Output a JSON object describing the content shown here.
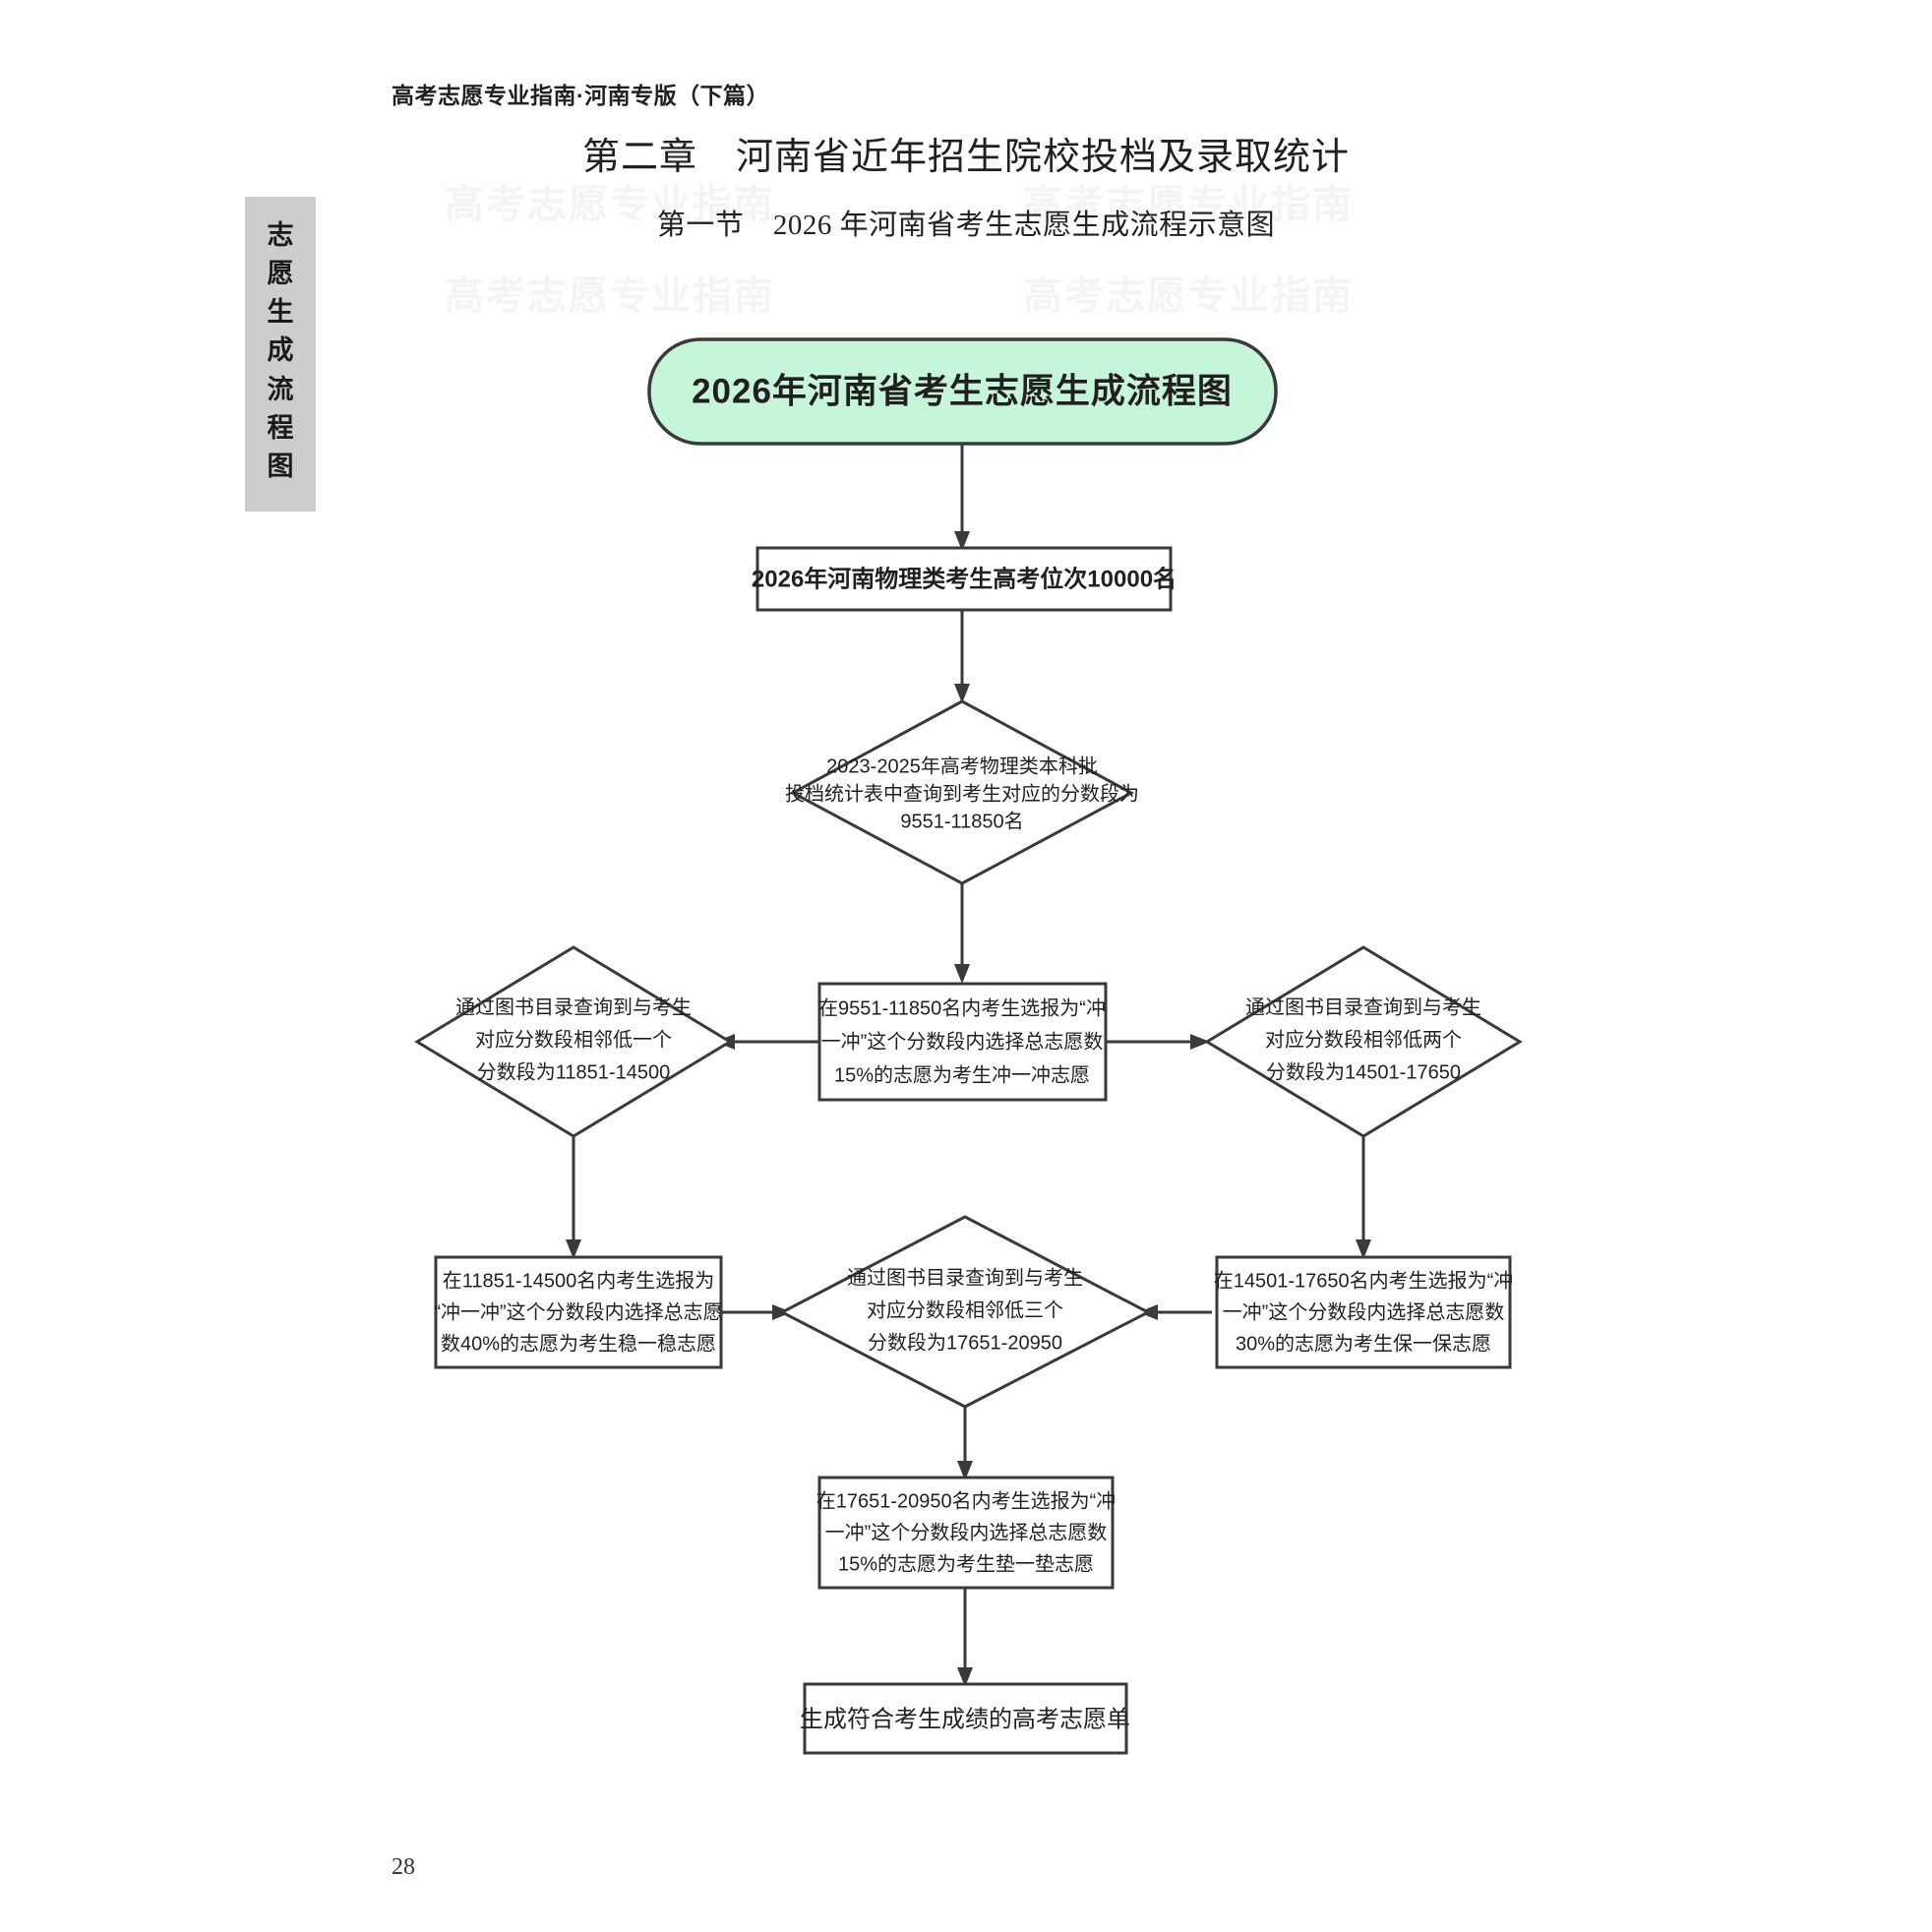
{
  "page": {
    "running_head": "高考志愿专业指南·河南专版（下篇）",
    "chapter_title": "第二章　河南省近年招生院校投档及录取统计",
    "section_title": "第一节　2026 年河南省考生志愿生成流程示意图",
    "page_number": "28",
    "side_tab_chars": [
      "志",
      "愿",
      "生",
      "成",
      "流",
      "程",
      "图"
    ],
    "watermark_text": "高考志愿专业指南"
  },
  "colors": {
    "title_pill_fill": "#c6f6d9",
    "node_stroke": "#3a3a3a",
    "node_fill": "#ffffff",
    "side_tab_fill": "#cdcdcd",
    "text": "#231f20"
  },
  "chart_data": {
    "type": "flowchart",
    "title": "2026年河南省考生志愿生成流程图",
    "direction": "top-down",
    "nodes": [
      {
        "id": "title",
        "shape": "rounded-pill",
        "lines": [
          "2026年河南省考生志愿生成流程图"
        ]
      },
      {
        "id": "rank",
        "shape": "rect",
        "lines": [
          "2026年河南物理类考生高考位次10000名"
        ]
      },
      {
        "id": "lookup-base",
        "shape": "diamond",
        "lines": [
          "2023-2025年高考物理类本科批",
          "投档统计表中查询到考生对应的分数段为",
          "9551-11850名"
        ]
      },
      {
        "id": "chong",
        "shape": "rect",
        "lines": [
          "在9551-11850名内考生选报为“冲",
          "一冲”这个分数段内选择总志愿数",
          "15%的志愿为考生冲一冲志愿"
        ]
      },
      {
        "id": "lookup-low1",
        "shape": "diamond",
        "lines": [
          "通过图书目录查询到与考生",
          "对应分数段相邻低一个",
          "分数段为11851-14500"
        ]
      },
      {
        "id": "lookup-low2",
        "shape": "diamond",
        "lines": [
          "通过图书目录查询到与考生",
          "对应分数段相邻低两个",
          "分数段为14501-17650"
        ]
      },
      {
        "id": "wen",
        "shape": "rect",
        "lines": [
          "在11851-14500名内考生选报为",
          "“冲一冲”这个分数段内选择总志愿",
          "数40%的志愿为考生稳一稳志愿"
        ]
      },
      {
        "id": "lookup-low3",
        "shape": "diamond",
        "lines": [
          "通过图书目录查询到与考生",
          "对应分数段相邻低三个",
          "分数段为17651-20950"
        ]
      },
      {
        "id": "bao",
        "shape": "rect",
        "lines": [
          "在14501-17650名内考生选报为“冲",
          "一冲”这个分数段内选择总志愿数",
          "30%的志愿为考生保一保志愿"
        ]
      },
      {
        "id": "dian",
        "shape": "rect",
        "lines": [
          "在17651-20950名内考生选报为“冲",
          "一冲”这个分数段内选择总志愿数",
          "15%的志愿为考生垫一垫志愿"
        ]
      },
      {
        "id": "result",
        "shape": "rect",
        "lines": [
          "生成符合考生成绩的高考志愿单"
        ]
      }
    ],
    "edges": [
      {
        "from": "title",
        "to": "rank"
      },
      {
        "from": "rank",
        "to": "lookup-base"
      },
      {
        "from": "lookup-base",
        "to": "chong"
      },
      {
        "from": "chong",
        "to": "lookup-low1"
      },
      {
        "from": "chong",
        "to": "lookup-low2"
      },
      {
        "from": "lookup-low1",
        "to": "wen"
      },
      {
        "from": "lookup-low2",
        "to": "bao"
      },
      {
        "from": "wen",
        "to": "lookup-low3"
      },
      {
        "from": "bao",
        "to": "lookup-low3"
      },
      {
        "from": "lookup-low3",
        "to": "dian"
      },
      {
        "from": "dian",
        "to": "result"
      }
    ]
  }
}
